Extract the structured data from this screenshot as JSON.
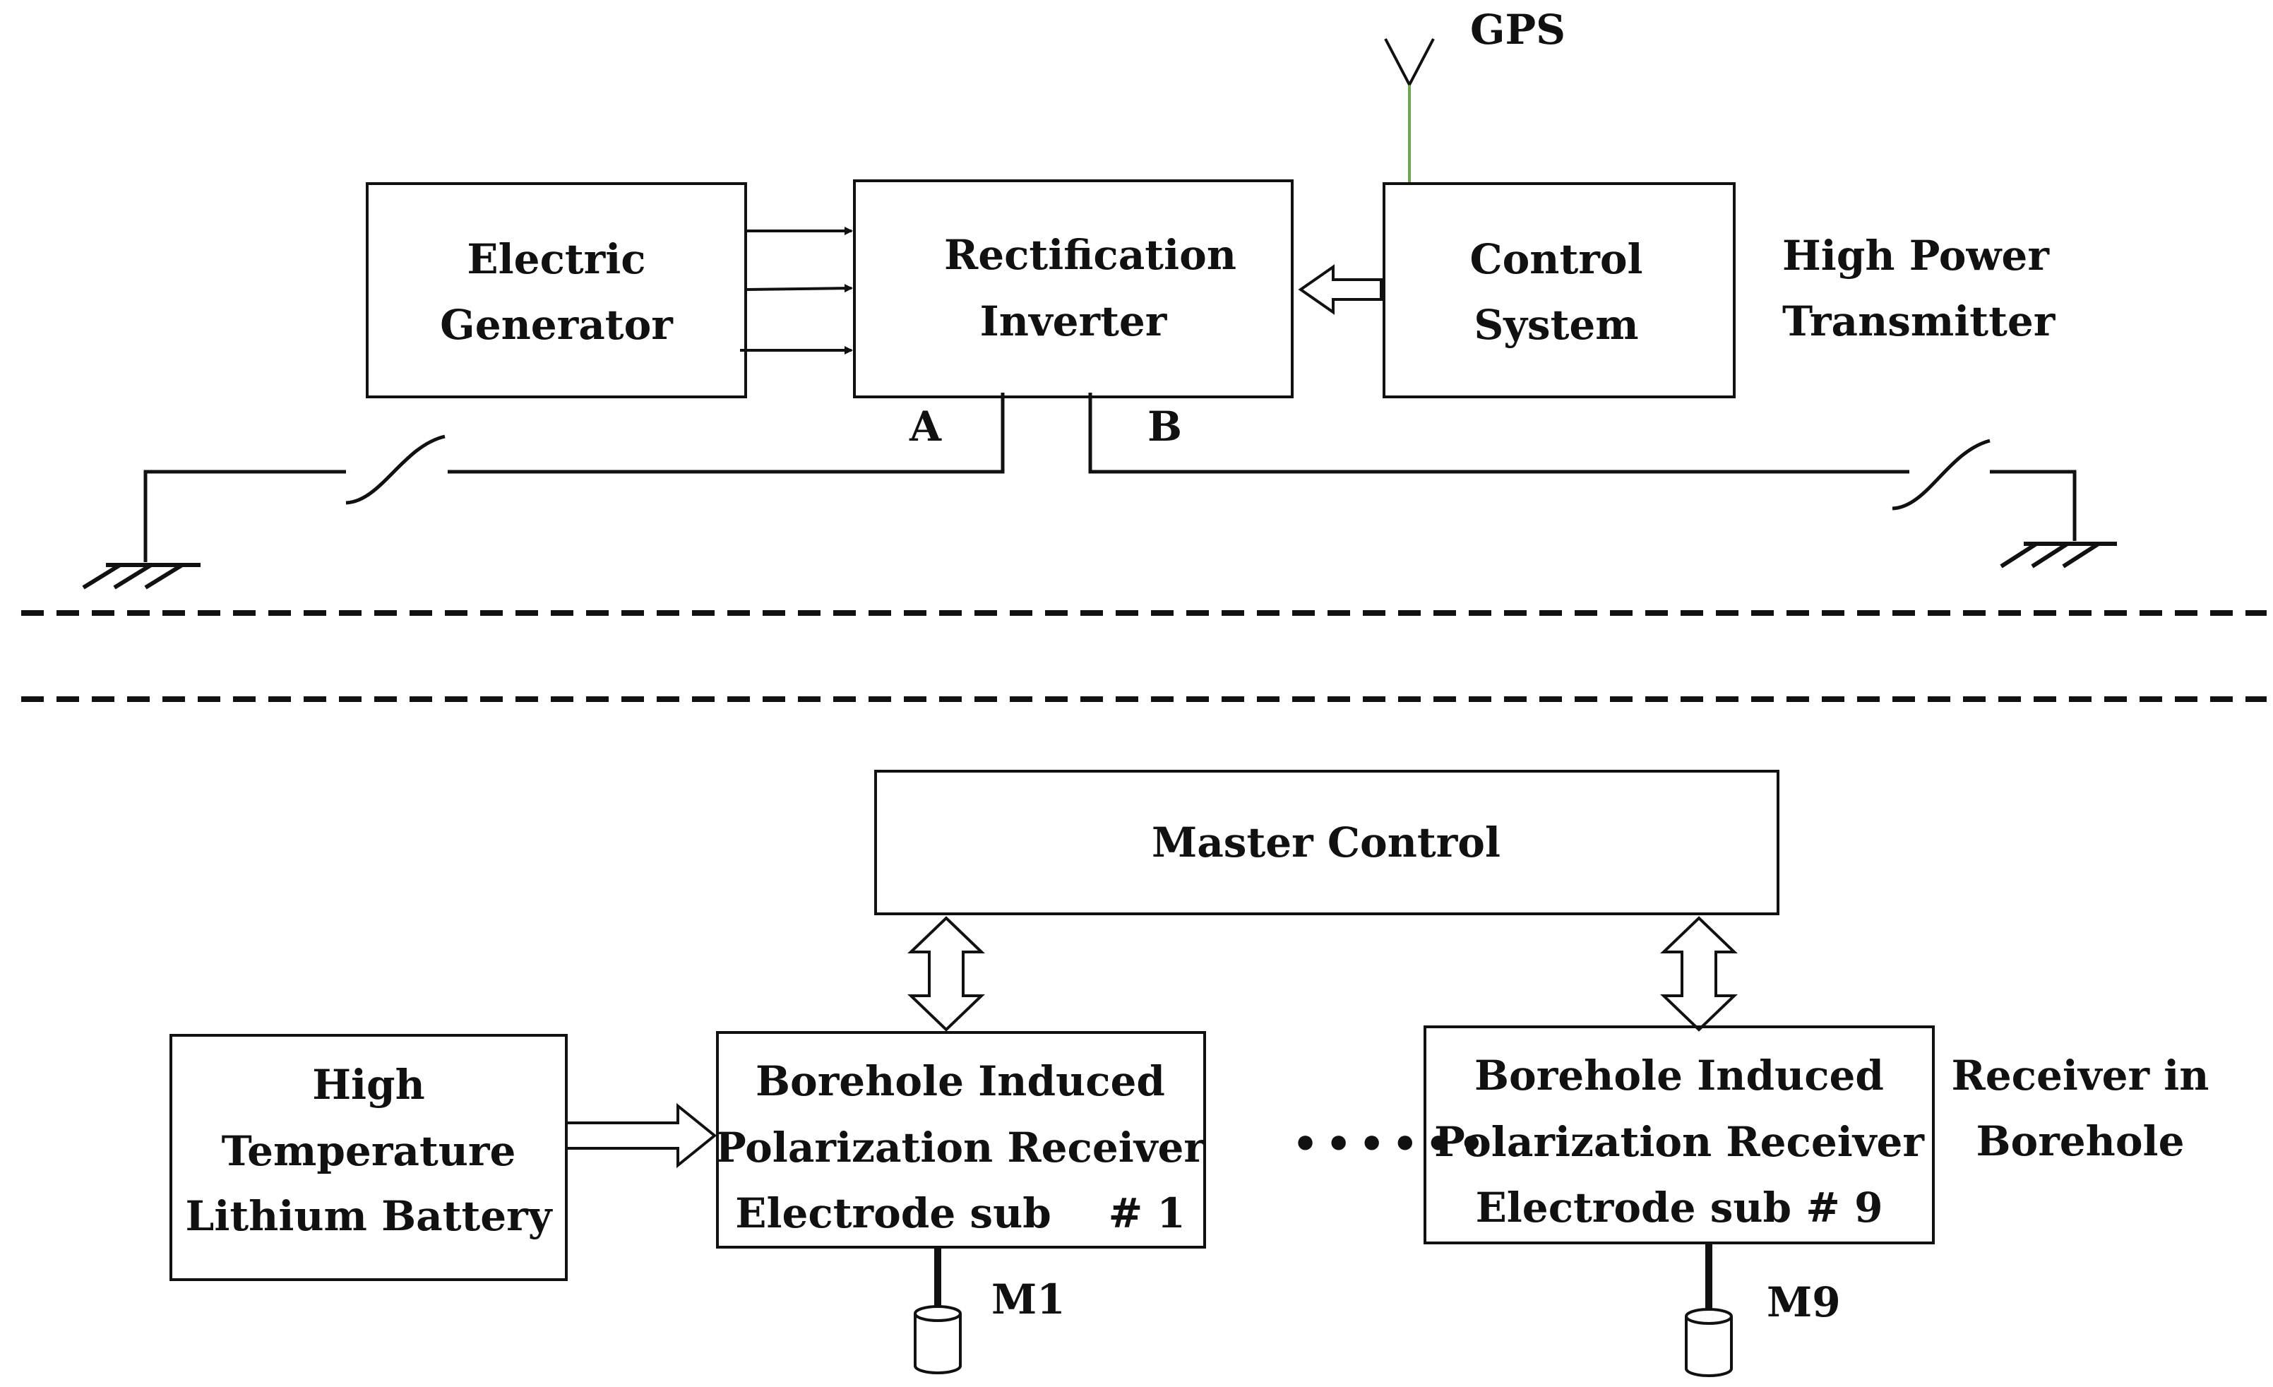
{
  "transmitter": {
    "gps_label": "GPS",
    "generator": {
      "line1": "Electric",
      "line2": "Generator"
    },
    "rectifier": {
      "line1": "Rectification",
      "line2": "Inverter"
    },
    "control": {
      "line1": "Control",
      "line2": "System"
    },
    "section_label": {
      "line1": "High Power",
      "line2": "Transmitter"
    },
    "terminal_a": "A",
    "terminal_b": "B"
  },
  "receiver": {
    "master": "Master Control",
    "battery": {
      "line1": "High",
      "line2": "Temperature",
      "line3": "Lithium Battery"
    },
    "sub1": {
      "line1": "Borehole Induced",
      "line2": "Polarization Receiver",
      "line3": "Electrode sub    # 1"
    },
    "ellipsis": "••••••",
    "sub9": {
      "line1": "Borehole Induced",
      "line2": "Polarization Receiver",
      "line3": "Electrode sub # 9"
    },
    "section_label": {
      "line1": "Receiver in",
      "line2": "Borehole"
    },
    "electrode1": "M1",
    "electrode9": "M9"
  },
  "colors": {
    "line": "#111111",
    "antenna_mast": "#6aa84f",
    "background": "#ffffff"
  }
}
